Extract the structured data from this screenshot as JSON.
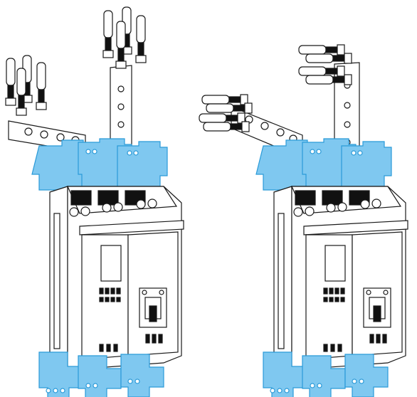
{
  "figure": {
    "assemblies": [
      {
        "id": "left",
        "cable_orientation": "vertical"
      },
      {
        "id": "right",
        "cable_orientation": "horizontal"
      }
    ],
    "colors": {
      "terminal_shield": "#7fc8f0",
      "terminal_shield_edge": "#2a9ad8",
      "line": "#1a1a1a",
      "fill": "#ffffff",
      "dark": "#111111"
    }
  }
}
